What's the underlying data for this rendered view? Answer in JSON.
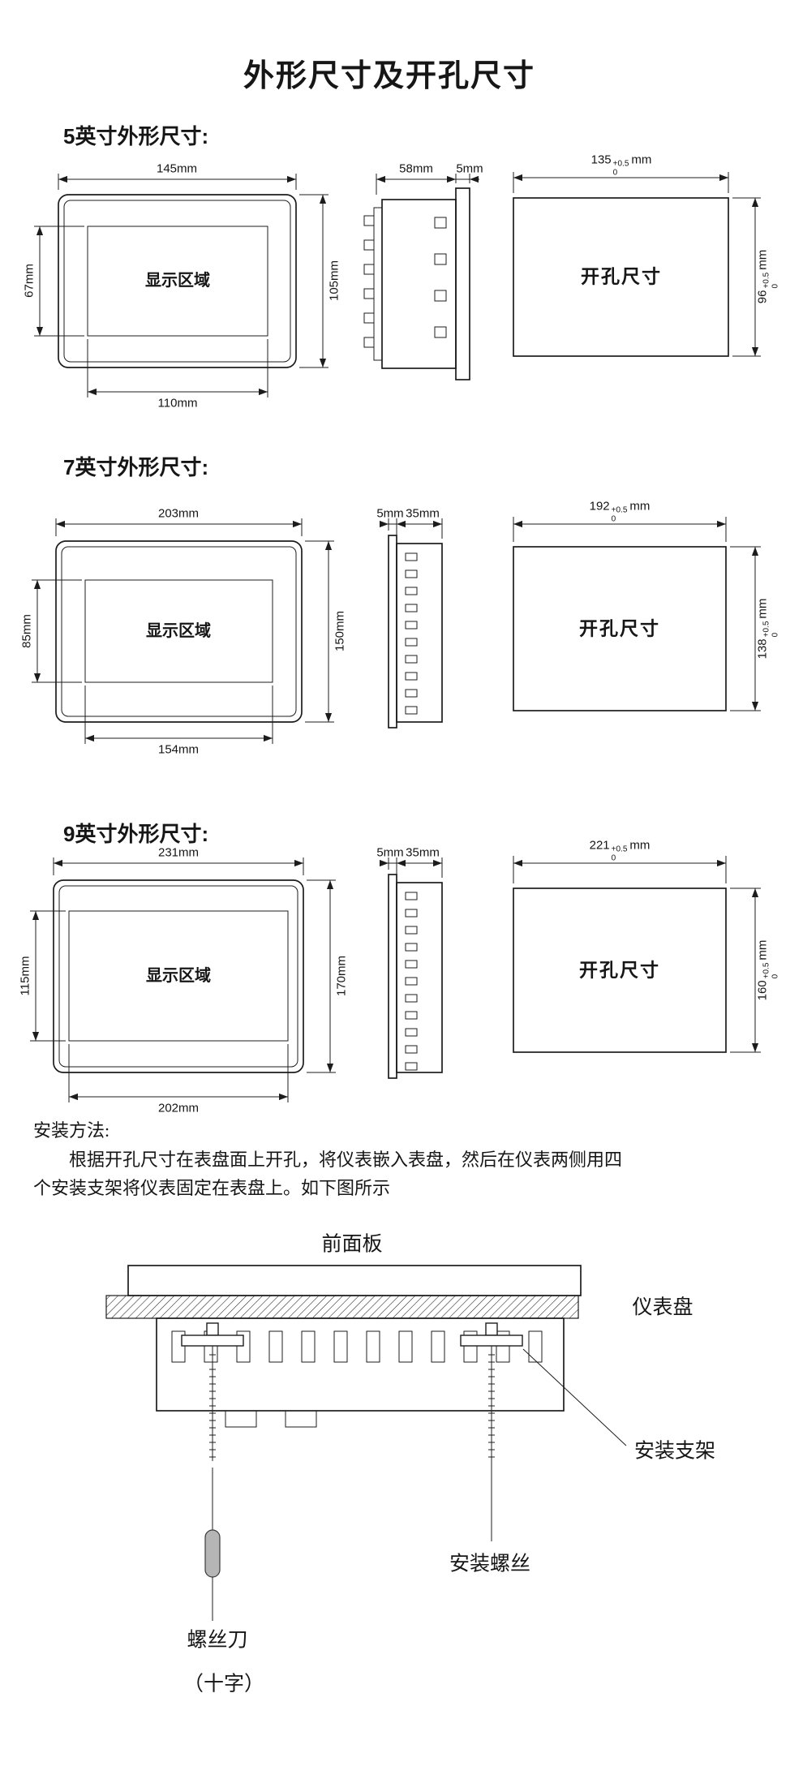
{
  "title": "外形尺寸及开孔尺寸",
  "sections": [
    {
      "heading": "5英寸外形尺寸:",
      "front": {
        "display_label": "显示区域",
        "dim_top": "145mm",
        "dim_bottom": "110mm",
        "dim_left": "67mm",
        "dim_right": "105mm"
      },
      "side": {
        "dim_a": "58mm",
        "dim_b": "5mm"
      },
      "cutout": {
        "label": "开孔尺寸",
        "width": {
          "value": "135",
          "tol_up": "+0.5",
          "tol_dn": "0",
          "unit": "mm"
        },
        "height": {
          "value": "96",
          "tol_up": "+0.5",
          "tol_dn": "0",
          "unit": "mm"
        }
      }
    },
    {
      "heading": "7英寸外形尺寸:",
      "front": {
        "display_label": "显示区域",
        "dim_top": "203mm",
        "dim_bottom": "154mm",
        "dim_left": "85mm",
        "dim_right": "150mm"
      },
      "side": {
        "dim_a": "5mm",
        "dim_b": "35mm"
      },
      "cutout": {
        "label": "开孔尺寸",
        "width": {
          "value": "192",
          "tol_up": "+0.5",
          "tol_dn": "0",
          "unit": "mm"
        },
        "height": {
          "value": "138",
          "tol_up": "+0.5",
          "tol_dn": "0",
          "unit": "mm"
        }
      }
    },
    {
      "heading": "9英寸外形尺寸:",
      "front": {
        "display_label": "显示区域",
        "dim_top": "231mm",
        "dim_bottom": "202mm",
        "dim_left": "115mm",
        "dim_right": "170mm"
      },
      "side": {
        "dim_a": "5mm",
        "dim_b": "35mm"
      },
      "cutout": {
        "label": "开孔尺寸",
        "width": {
          "value": "221",
          "tol_up": "+0.5",
          "tol_dn": "0",
          "unit": "mm"
        },
        "height": {
          "value": "160",
          "tol_up": "+0.5",
          "tol_dn": "0",
          "unit": "mm"
        }
      }
    }
  ],
  "install": {
    "method_title": "安装方法:",
    "method_text": "根据开孔尺寸在表盘面上开孔，将仪表嵌入表盘，然后在仪表两侧用四个安装支架将仪表固定在表盘上。如下图所示",
    "label_front_panel": "前面板",
    "label_instrument_panel": "仪表盘",
    "label_bracket": "安装支架",
    "label_screw": "安装螺丝",
    "label_screwdriver_line1": "螺丝刀",
    "label_screwdriver_line2": "（十字）"
  }
}
